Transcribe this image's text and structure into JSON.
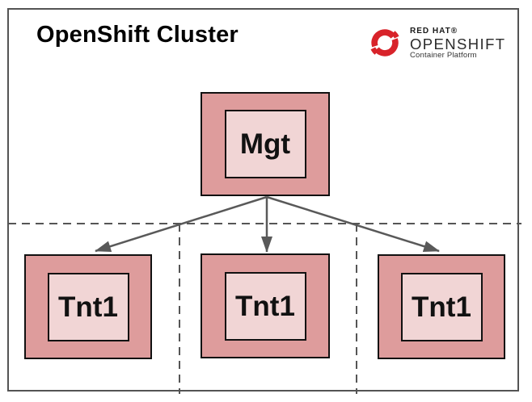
{
  "diagram": {
    "title": "OpenShift Cluster",
    "logo": {
      "brand": "RED HAT®",
      "product": "OPENSHIFT",
      "subtitle": "Container Platform"
    },
    "nodes": {
      "management": {
        "label": "Mgt"
      },
      "tenants": [
        {
          "label": "Tnt1"
        },
        {
          "label": "Tnt1"
        },
        {
          "label": "Tnt1"
        }
      ]
    },
    "colors": {
      "node_outer": "#DE9C9C",
      "node_inner": "#F1D5D5",
      "node_border": "#111111",
      "frame_border": "#545454",
      "connector": "#595959",
      "dashed_line": "#555555",
      "logo_red": "#D8232A",
      "title_text": "#000000"
    }
  }
}
